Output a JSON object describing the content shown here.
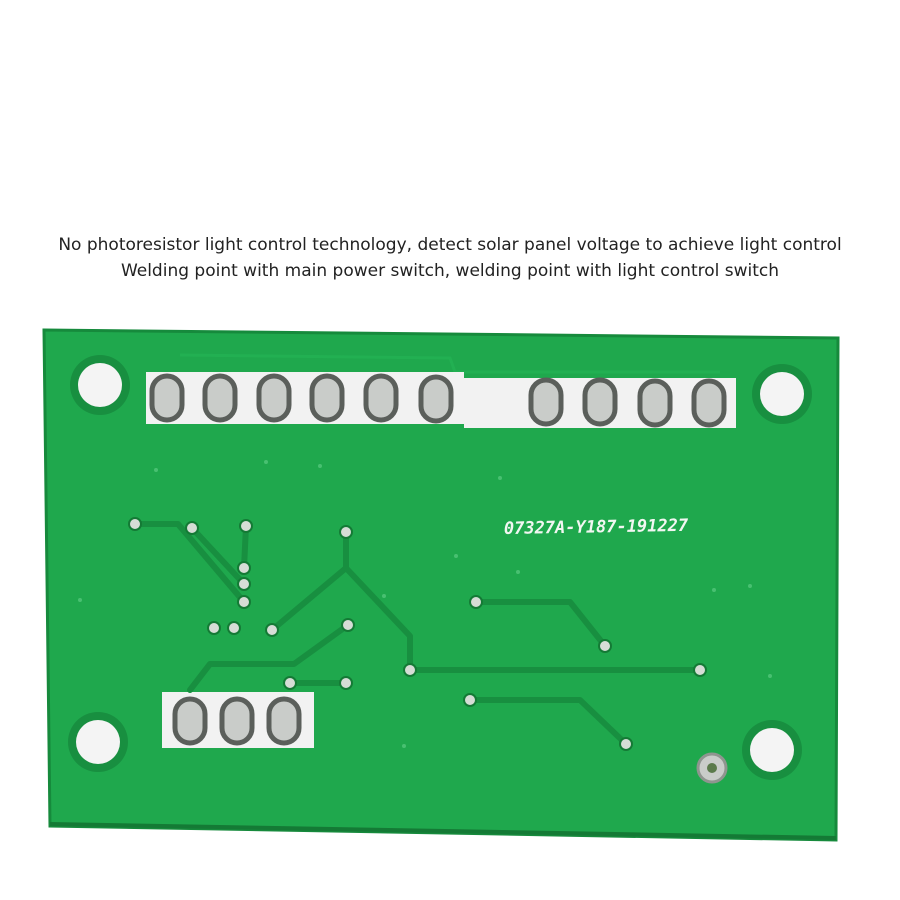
{
  "caption": {
    "line1": "No photoresistor light control technology, detect solar panel voltage to achieve light control",
    "line2": "Welding point with main power switch, welding point with light control switch"
  },
  "board": {
    "silkscreen_code": "07327A-Y187-191227",
    "colors": {
      "pcb": "#1fa84d",
      "pcb_edge": "#168a3c",
      "trace": "#188f40",
      "silk_pad": "#f2f2f2",
      "copper_pad": "#c9ccc9",
      "mount_hole": "#f4f4f4"
    },
    "top_header_pin_count": 10,
    "bottom_header_pin_count": 3
  }
}
